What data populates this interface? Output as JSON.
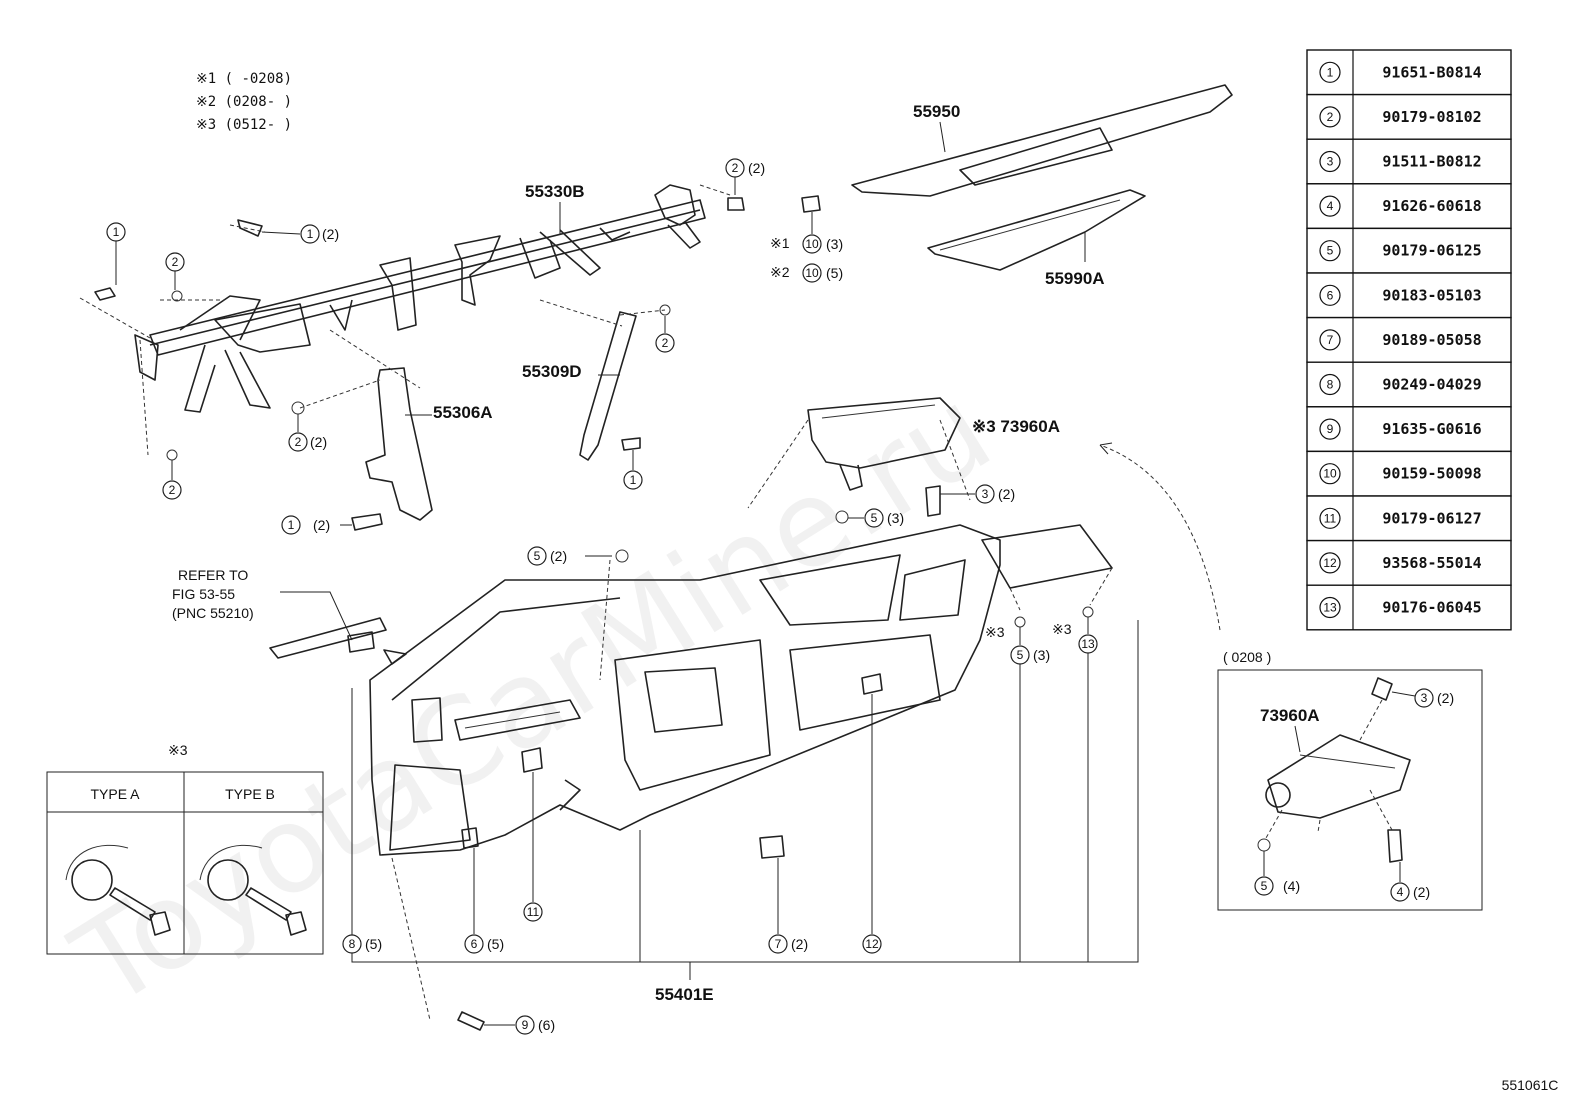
{
  "watermark": "ToyotaCarMine.ru",
  "notes": [
    "※1 (      -0208)",
    "※2 (0208-      )",
    "※3 (0512-      )"
  ],
  "parts": {
    "p55950": "55950",
    "p55990A": "55990A",
    "p55330B": "55330B",
    "p55309D": "55309D",
    "p55306A": "55306A",
    "p73960A_top": "※3 73960A",
    "p55401E": "55401E",
    "p73960A_inset": "73960A"
  },
  "refer": [
    "REFER TO",
    "FIG 53-55",
    "(PNC 55210)"
  ],
  "callout_qty": {
    "q2_top": "(2)",
    "q1_top": "(2)",
    "q10a": "(3)",
    "q10b": "(5)",
    "q2_mid": "(2)",
    "q1_low": "(2)",
    "q5_dash": "(2)",
    "q3_air": "(2)",
    "q5_air": "(3)",
    "q5_glove": "(3)",
    "q8": "(5)",
    "q6": "(5)",
    "q7": "(2)",
    "q9": "(6)",
    "q3_inset": "(2)",
    "q5_inset": "(4)",
    "q4_inset": "(2)"
  },
  "callout_prefix": {
    "s1": "※1",
    "s2": "※2",
    "s3a": "※3",
    "s3b": "※3"
  },
  "type_box": {
    "marker": "※3",
    "type_a": "TYPE  A",
    "type_b": "TYPE  B"
  },
  "inset_header": "(      0208 )",
  "part_table": [
    {
      "n": "1",
      "code": "91651-B0814"
    },
    {
      "n": "2",
      "code": "90179-08102"
    },
    {
      "n": "3",
      "code": "91511-B0812"
    },
    {
      "n": "4",
      "code": "91626-60618"
    },
    {
      "n": "5",
      "code": "90179-06125"
    },
    {
      "n": "6",
      "code": "90183-05103"
    },
    {
      "n": "7",
      "code": "90189-05058"
    },
    {
      "n": "8",
      "code": "90249-04029"
    },
    {
      "n": "9",
      "code": "91635-G0616"
    },
    {
      "n": "10",
      "code": "90159-50098"
    },
    {
      "n": "11",
      "code": "90179-06127"
    },
    {
      "n": "12",
      "code": "93568-55014"
    },
    {
      "n": "13",
      "code": "90176-06045"
    }
  ],
  "figure_code": "551061C"
}
